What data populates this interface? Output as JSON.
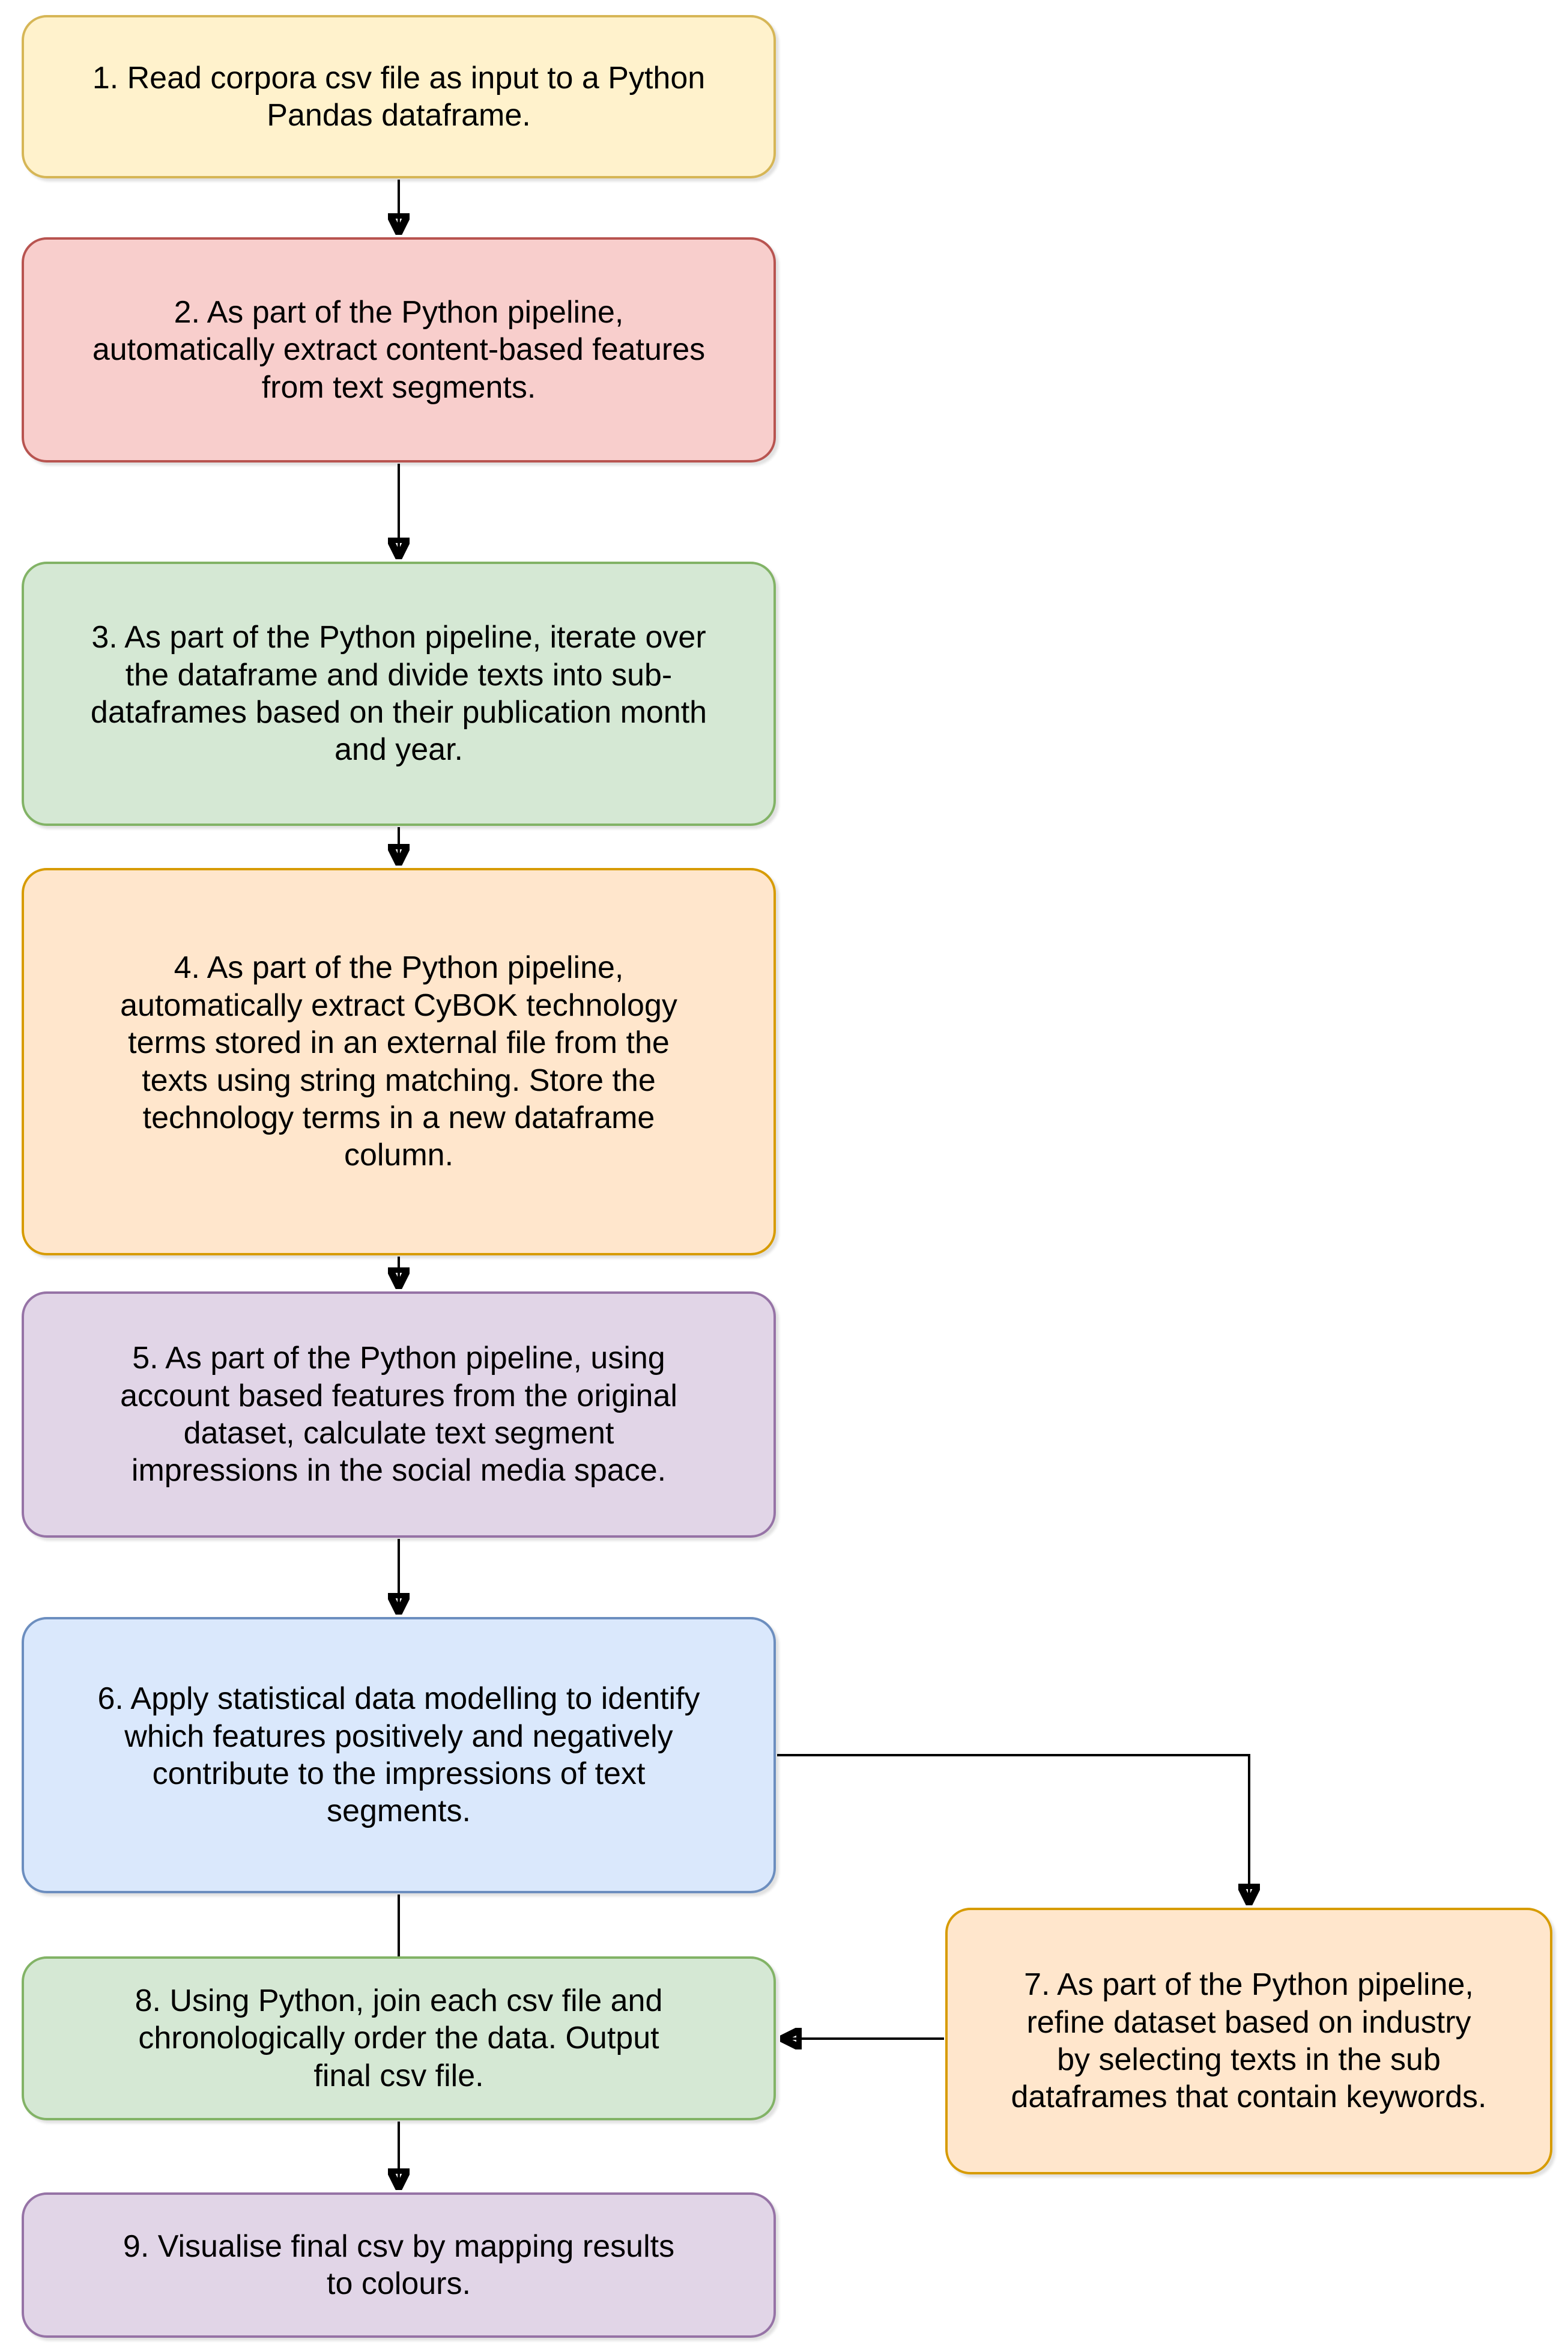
{
  "diagram": {
    "type": "flowchart",
    "line_color": "#000000",
    "steps": [
      {
        "id": "1",
        "label": "1. Read corpora csv file as input to a Python\nPandas dataframe.",
        "fill": "#FFF2CC",
        "stroke": "#D6B656"
      },
      {
        "id": "2",
        "label": "2. As part of the Python pipeline,\nautomatically extract content-based features\nfrom text segments.",
        "fill": "#F8CECC",
        "stroke": "#B85450"
      },
      {
        "id": "3",
        "label": "3. As part of the Python pipeline, iterate over\nthe dataframe and divide texts into sub-\ndataframes based on their publication month\nand year.",
        "fill": "#D5E8D4",
        "stroke": "#82B366"
      },
      {
        "id": "4",
        "label": "4. As part of the Python pipeline,\nautomatically extract CyBOK technology\nterms stored in an external file from the\ntexts using string matching. Store the\ntechnology terms in a new dataframe\ncolumn.",
        "fill": "#FFE6CC",
        "stroke": "#D79B00"
      },
      {
        "id": "5",
        "label": "5. As part of the Python pipeline, using\naccount based features from the original\ndataset, calculate text segment\nimpressions in the social media space.",
        "fill": "#E1D5E7",
        "stroke": "#9673A6"
      },
      {
        "id": "6",
        "label": "6. Apply statistical data modelling to identify\nwhich features positively and negatively\ncontribute to the impressions of text\nsegments.",
        "fill": "#DAE8FC",
        "stroke": "#6C8EBF"
      },
      {
        "id": "7",
        "label": "7. As part of the Python pipeline,\nrefine dataset based on industry\nby selecting texts in the sub\ndataframes that contain keywords.",
        "fill": "#FFE6CC",
        "stroke": "#D79B00"
      },
      {
        "id": "8",
        "label": "8. Using Python, join each csv file and\nchronologically order the data. Output\nfinal csv file.",
        "fill": "#D5E8D4",
        "stroke": "#82B366"
      },
      {
        "id": "9",
        "label": "9. Visualise final csv by mapping results\nto colours.",
        "fill": "#E1D5E7",
        "stroke": "#9673A6"
      }
    ],
    "connectors": [
      {
        "from": "1",
        "to": "2",
        "arrow": true
      },
      {
        "from": "2",
        "to": "3",
        "arrow": true
      },
      {
        "from": "3",
        "to": "4",
        "arrow": true
      },
      {
        "from": "4",
        "to": "5",
        "arrow": true
      },
      {
        "from": "5",
        "to": "6",
        "arrow": true
      },
      {
        "from": "6",
        "to": "7",
        "arrow": true
      },
      {
        "from": "6",
        "to": "8",
        "arrow": false
      },
      {
        "from": "7",
        "to": "8",
        "arrow": true
      },
      {
        "from": "8",
        "to": "9",
        "arrow": true
      }
    ]
  }
}
